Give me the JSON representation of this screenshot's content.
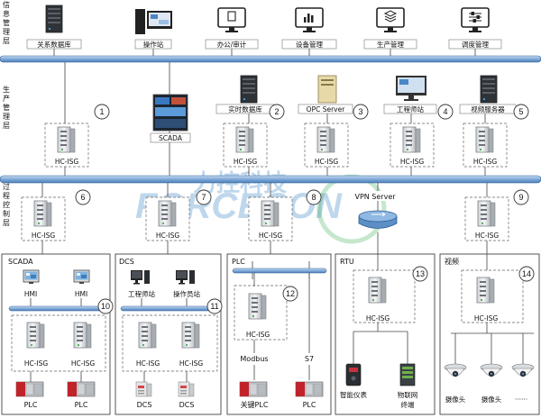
{
  "layers": {
    "info": [
      "信",
      "息",
      "管",
      "理",
      "层"
    ],
    "production": [
      "生",
      "产",
      "管",
      "理",
      "层"
    ],
    "process": [
      "过",
      "程",
      "控",
      "制",
      "层"
    ]
  },
  "top_row": {
    "database": "关系数据库",
    "operator_station": "操作站",
    "office_audit": "办公/审计",
    "device_mgmt": "设备管理",
    "production_mgmt": "生产管理",
    "dispatch_mgmt": "调度管理"
  },
  "middle_row": {
    "realtime_db": "实时数据库",
    "opc_server": "OPC Server",
    "engineer_station": "工程师站",
    "video_server": "视频服务器",
    "scada": "SCADA"
  },
  "gateway_label": "HC-ISG",
  "vpn_server": "VPN Server",
  "numbers": [
    "1",
    "2",
    "3",
    "4",
    "5",
    "6",
    "7",
    "8",
    "9",
    "10",
    "11",
    "12",
    "13",
    "14"
  ],
  "watermark": {
    "cn": "力控科技",
    "en": "FORCECON"
  },
  "sections": {
    "scada": {
      "title": "SCADA",
      "hmi": "HMI",
      "plc": "PLC"
    },
    "dcs": {
      "title": "DCS",
      "engineer": "工程师站",
      "operator": "操作员站",
      "dcs": "DCS"
    },
    "plc": {
      "title": "PLC",
      "modbus": "Modbus",
      "s7": "S7",
      "key_plc": "关键PLC",
      "plc": "PLC"
    },
    "rtu": {
      "title": "RTU",
      "meter": "智能仪表",
      "iot1": "物联网",
      "iot2": "终端"
    },
    "video": {
      "title": "视频",
      "camera": "摄像头",
      "more": "······"
    }
  },
  "colors": {
    "bus_fill": "#9cc1e8",
    "bus_stroke": "#2f5f96",
    "accent": "#1e73be"
  }
}
